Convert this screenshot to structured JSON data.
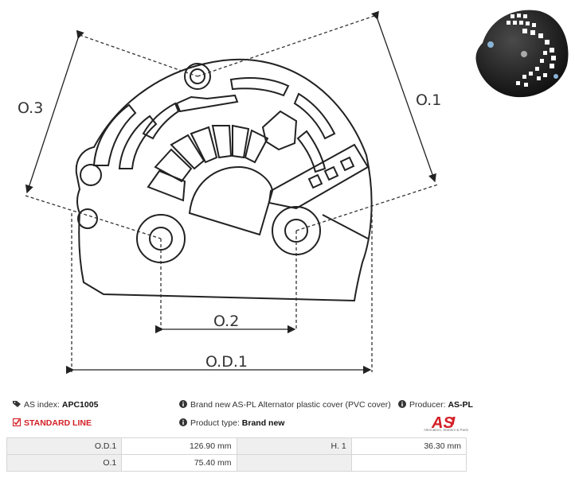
{
  "dimensions": {
    "o3": "O.3",
    "o1": "O.1",
    "o2": "O.2",
    "od1": "O.D.1"
  },
  "product": {
    "as_index_label": "AS index: ",
    "as_index_value": "APC1005",
    "line": "STANDARD LINE",
    "description": "Brand new AS-PL Alternator plastic cover (PVC cover)",
    "producer_label": "Producer: ",
    "producer_value": "AS-PL",
    "type_label": "Product type: ",
    "type_value": "Brand new"
  },
  "logo": {
    "text": "AS",
    "subtitle": "Alternators, Starters & Parts"
  },
  "specs": [
    {
      "label": "O.D.1",
      "value": "126.90 mm",
      "label2": "H. 1",
      "value2": "36.30 mm"
    },
    {
      "label": "O.1",
      "value": "75.40 mm",
      "label2": "",
      "value2": ""
    }
  ],
  "colors": {
    "accent": "#d32027",
    "label_bg": "#efefef",
    "line": "#222222"
  }
}
